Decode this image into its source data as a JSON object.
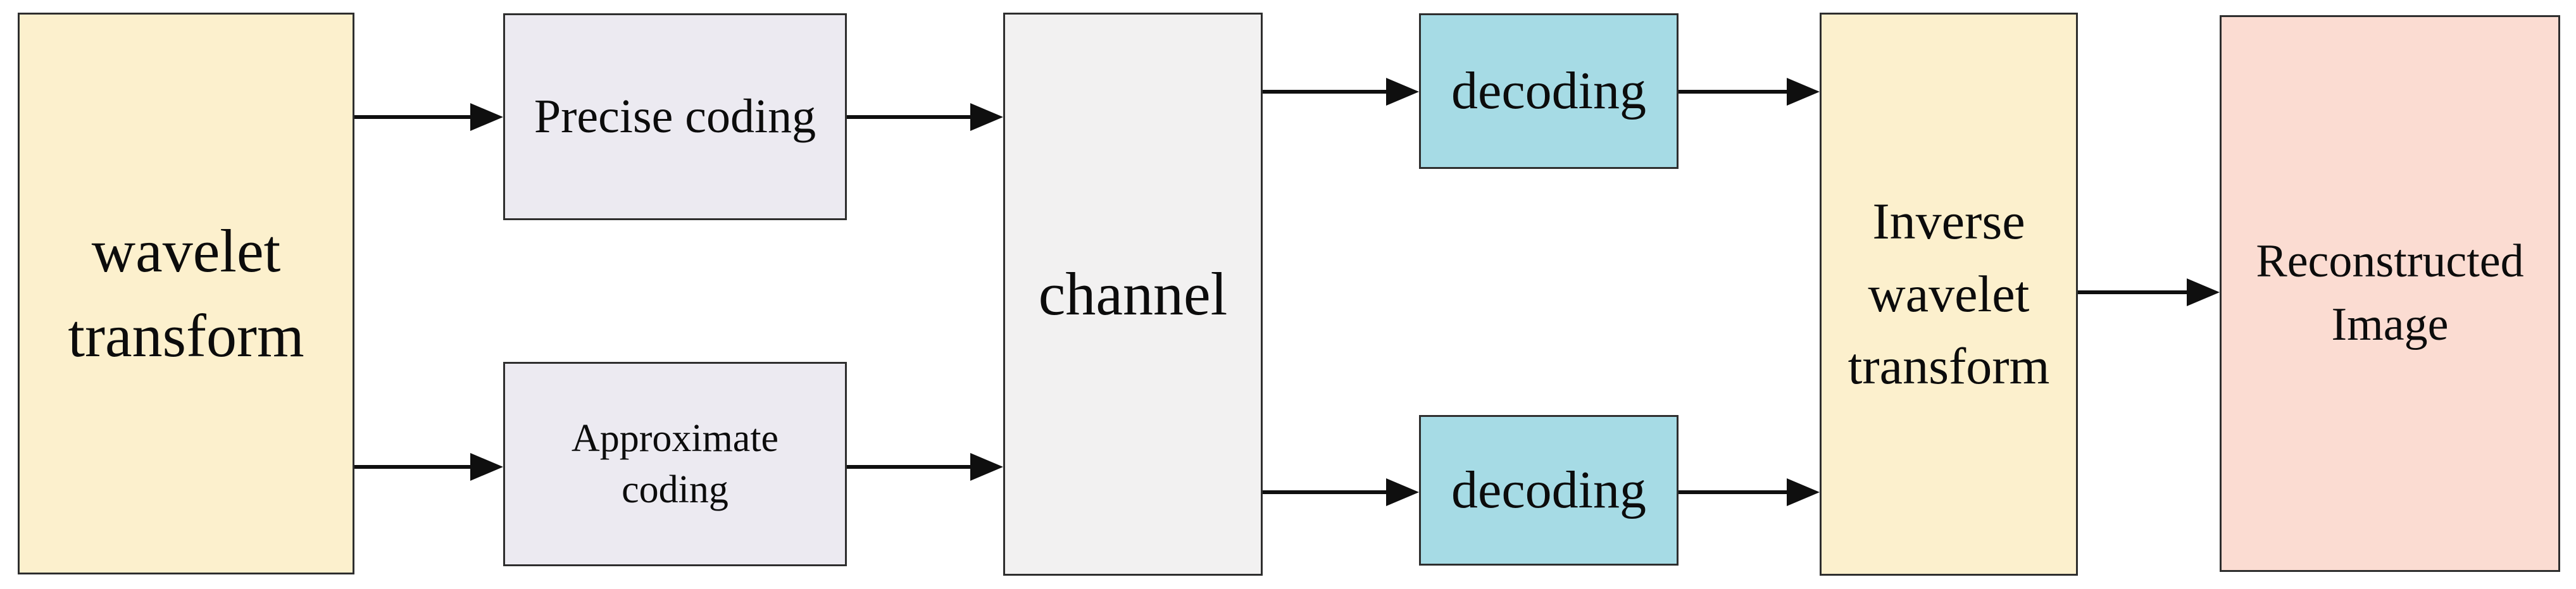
{
  "diagram": {
    "description": "Wavelet transform image coding and transmission block diagram",
    "nodes": [
      {
        "id": "wavelet-transform",
        "label": "wavelet\ntransform",
        "fill": "#FCF0CD"
      },
      {
        "id": "precise-coding",
        "label": "Precise coding",
        "fill": "#ECEAF1"
      },
      {
        "id": "approximate-coding",
        "label": "Approximate\ncoding",
        "fill": "#ECEAF1"
      },
      {
        "id": "channel",
        "label": "channel",
        "fill": "#F2F1F1"
      },
      {
        "id": "decoding-top",
        "label": "decoding",
        "fill": "#A6DBE5"
      },
      {
        "id": "decoding-bottom",
        "label": "decoding",
        "fill": "#A6DBE5"
      },
      {
        "id": "inverse-wavelet-transform",
        "label": "Inverse\nwavelet\ntransform",
        "fill": "#FCF0CD"
      },
      {
        "id": "reconstructed-image",
        "label": "Reconstructed\nImage",
        "fill": "#FBDCD2"
      }
    ],
    "edges": [
      {
        "from": "wavelet-transform",
        "to": "precise-coding"
      },
      {
        "from": "wavelet-transform",
        "to": "approximate-coding"
      },
      {
        "from": "precise-coding",
        "to": "channel"
      },
      {
        "from": "approximate-coding",
        "to": "channel"
      },
      {
        "from": "channel",
        "to": "decoding-top"
      },
      {
        "from": "channel",
        "to": "decoding-bottom"
      },
      {
        "from": "decoding-top",
        "to": "inverse-wavelet-transform"
      },
      {
        "from": "decoding-bottom",
        "to": "inverse-wavelet-transform"
      },
      {
        "from": "inverse-wavelet-transform",
        "to": "reconstructed-image"
      }
    ],
    "colors": {
      "background": "#FFFFFF",
      "border": "#2E2E2E",
      "arrow": "#0F0F0F",
      "text": "#0C0C0C"
    }
  }
}
